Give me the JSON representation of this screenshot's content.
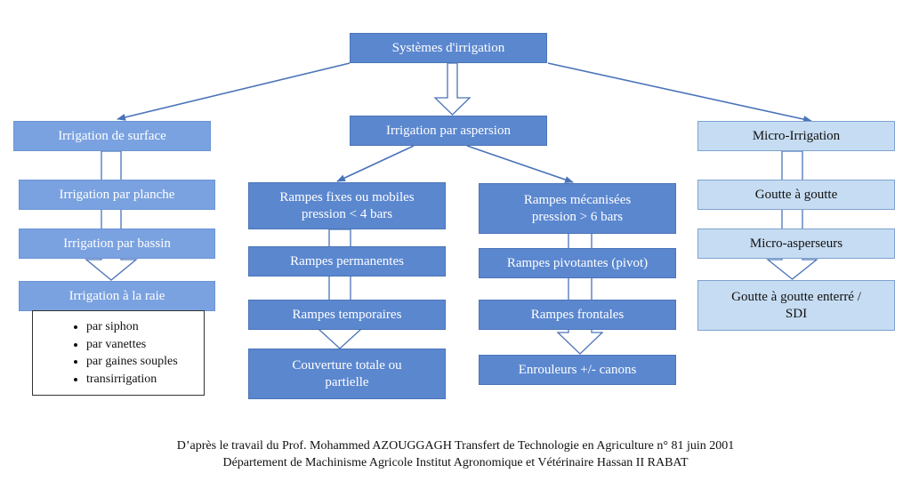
{
  "diagram": {
    "root": {
      "label": "Systèmes d'irrigation"
    },
    "surface": {
      "label": "Irrigation de surface",
      "items": [
        "Irrigation par planche",
        "Irrigation par bassin",
        "Irrigation à la raie"
      ],
      "raie_methods": [
        "par siphon",
        "par vanettes",
        "par gaines souples",
        "transirrigation"
      ]
    },
    "aspersion": {
      "label": "Irrigation par aspersion",
      "fixed": {
        "label_line1": "Rampes fixes ou mobiles",
        "label_line2": "pression < 4 bars",
        "items": [
          "Rampes permanentes",
          "Rampes temporaires"
        ],
        "final_line1": "Couverture totale ou",
        "final_line2": "partielle"
      },
      "mechanized": {
        "label_line1": "Rampes mécanisées",
        "label_line2": "pression > 6 bars",
        "items": [
          "Rampes pivotantes (pivot)",
          "Rampes frontales",
          "Enrouleurs +/- canons"
        ]
      }
    },
    "micro": {
      "label": "Micro-Irrigation",
      "items": [
        "Goutte à goutte",
        "Micro-asperseurs"
      ],
      "final_line1": "Goutte à goutte enterré /",
      "final_line2": "SDI"
    }
  },
  "caption": {
    "line1": "D’après le travail du Prof. Mohammed AZOUGGAGH Transfert de Technologie en Agriculture n° 81 juin 2001",
    "line2": "Département de Machinisme Agricole Institut Agronomique et Vétérinaire Hassan II RABAT"
  },
  "colors": {
    "box_dark": "#5b87cf",
    "box_light": "#7aa2e0",
    "box_pale": "#c6dcf2",
    "connector": "#4a74b8"
  }
}
